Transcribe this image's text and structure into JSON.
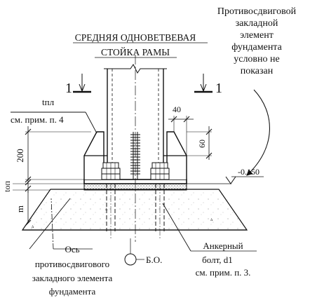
{
  "texts": {
    "note_line1": "Противосдвиговой",
    "note_line2": "закладной",
    "note_line3": "элемент",
    "note_line4": "фундамента",
    "note_line5": "условно не",
    "note_line6": "показан",
    "title_line1": "СРЕДНЯЯ ОДНОВЕТВЕВАЯ",
    "title_line2": "СТОЙКА РАМЫ",
    "section_left": "1",
    "section_right": "1",
    "t_pl": "tпл",
    "see_note4": "см. прим. п. 4",
    "dim_200": "200",
    "dim_top": "tоп",
    "dim_m": "m",
    "dim_40": "40",
    "dim_60": "60",
    "level": "-0.150",
    "axis_line1": "Ось",
    "axis_line2": "противосдвигового",
    "axis_line3": "закладного элемента",
    "axis_line4": "фундамента",
    "bo_label": "Б.О.",
    "anchor_line1": "Анкерный",
    "anchor_line2": "болт, d1",
    "anchor_line3": "см. прим. п. 3."
  }
}
